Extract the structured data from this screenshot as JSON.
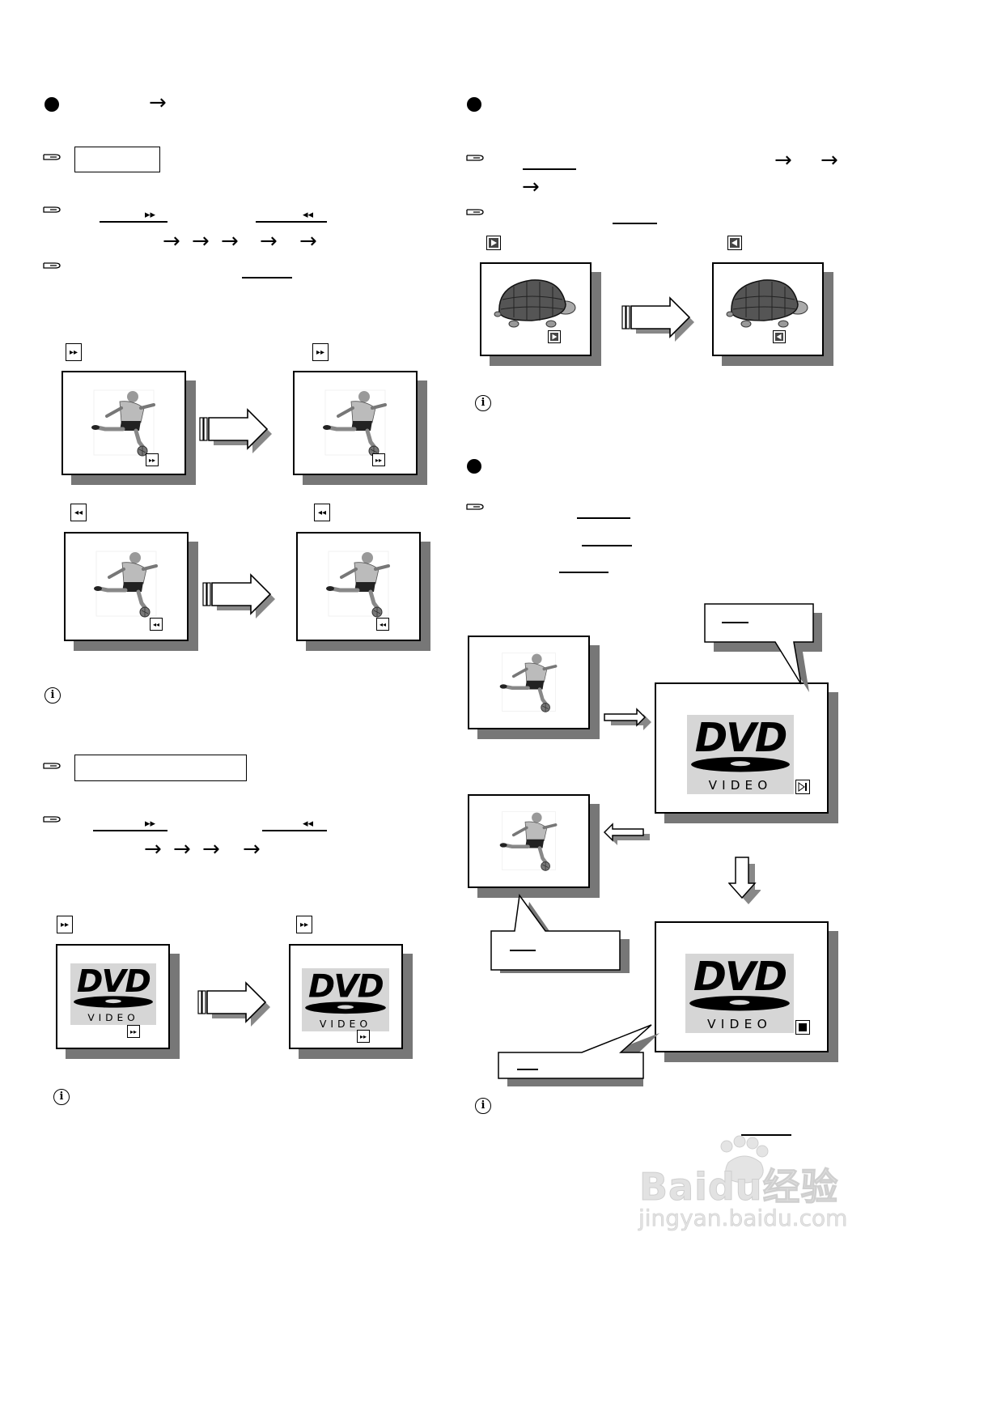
{
  "icons": {
    "bullet": "filled-circle",
    "arrow": "right-arrow",
    "hand": "pointing-hand-icon",
    "info": "info-icon",
    "ff": "fast-forward-icon",
    "rew": "rewind-icon",
    "slow_fwd": "slow-forward-icon",
    "slow_rev": "slow-reverse-icon",
    "step": "step-icon",
    "stop": "stop-icon"
  },
  "arrow_char": "→",
  "info_char": "i",
  "ff_char": "▸▸",
  "rew_char": "◂◂",
  "dvd_logo": {
    "word": "DVD",
    "sub": "VIDEO"
  },
  "watermark": {
    "brand": "Baidu经验",
    "url": "jingyan.baidu.com"
  },
  "colors": {
    "shadow": "#777777",
    "logo_bg": "#d6d6d6",
    "shell": "#555555"
  }
}
